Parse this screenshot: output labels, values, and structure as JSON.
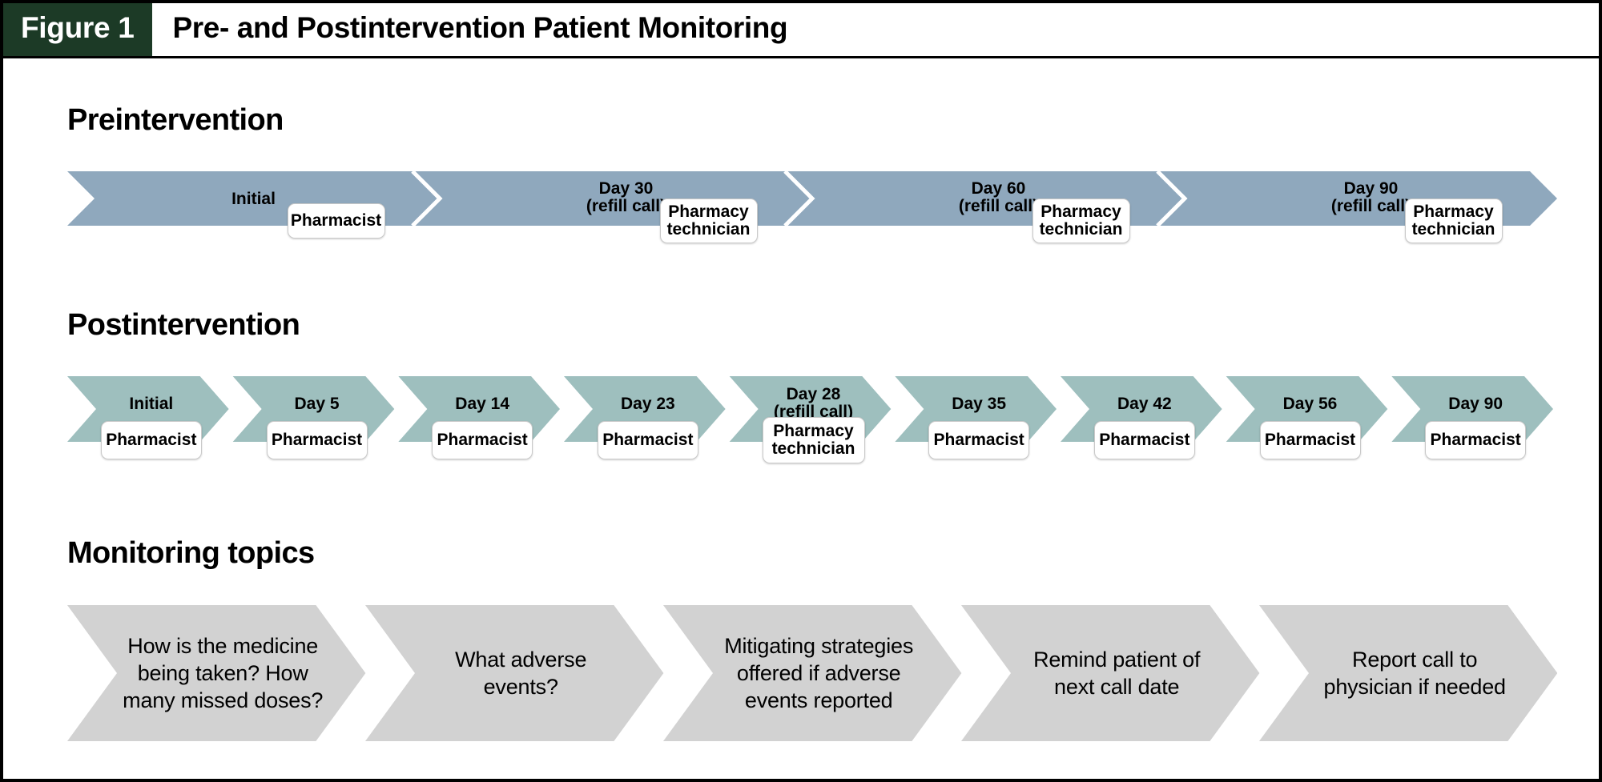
{
  "header": {
    "figure_tag": "Figure 1",
    "title": "Pre- and Postintervention Patient Monitoring"
  },
  "colors": {
    "header_green": "#1c3a26",
    "preintervention_blue": "#8fa8bd",
    "postintervention_teal": "#9ebfbe",
    "monitoring_grey": "#d2d2d2",
    "frame_black": "#000000",
    "rolebox_white": "#ffffff"
  },
  "sections": {
    "preintervention": {
      "heading": "Preintervention",
      "steps": [
        {
          "label": "Initial",
          "sublabel": "",
          "role": "Pharmacist"
        },
        {
          "label": "Day 30",
          "sublabel": "(refill call)",
          "role": "Pharmacy technician"
        },
        {
          "label": "Day 60",
          "sublabel": "(refill call)",
          "role": "Pharmacy technician"
        },
        {
          "label": "Day 90",
          "sublabel": "(refill call)",
          "role": "Pharmacy technician"
        }
      ]
    },
    "postintervention": {
      "heading": "Postintervention",
      "steps": [
        {
          "label": "Initial",
          "sublabel": "",
          "role": "Pharmacist"
        },
        {
          "label": "Day 5",
          "sublabel": "",
          "role": "Pharmacist"
        },
        {
          "label": "Day 14",
          "sublabel": "",
          "role": "Pharmacist"
        },
        {
          "label": "Day 23",
          "sublabel": "",
          "role": "Pharmacist"
        },
        {
          "label": "Day 28",
          "sublabel": "(refill call)",
          "role": "Pharmacy technician"
        },
        {
          "label": "Day 35",
          "sublabel": "",
          "role": "Pharmacist"
        },
        {
          "label": "Day 42",
          "sublabel": "",
          "role": "Pharmacist"
        },
        {
          "label": "Day 56",
          "sublabel": "",
          "role": "Pharmacist"
        },
        {
          "label": "Day 90",
          "sublabel": "",
          "role": "Pharmacist"
        }
      ]
    },
    "monitoring_topics": {
      "heading": "Monitoring topics",
      "steps": [
        {
          "text": "How is the medicine being taken? How many missed doses?"
        },
        {
          "text": "What adverse events?"
        },
        {
          "text": "Mitigating strategies offered if adverse events reported"
        },
        {
          "text": "Remind patient of next call date"
        },
        {
          "text": "Report call to physician if needed"
        }
      ]
    }
  }
}
